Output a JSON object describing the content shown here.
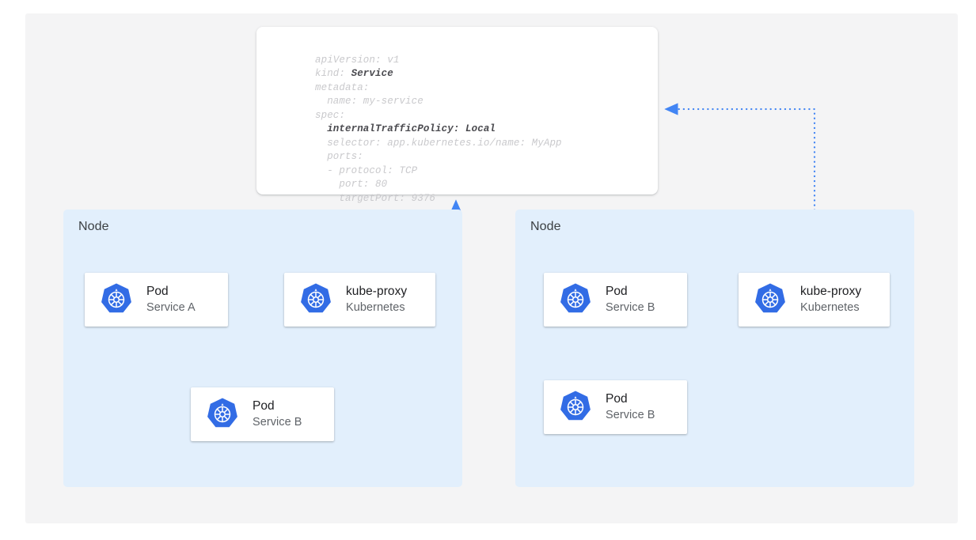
{
  "canvas": {
    "background_color": "#f4f4f5",
    "page_background": "#ffffff"
  },
  "colors": {
    "kubernetes_blue": "#326ce5",
    "arrow_blue": "#4285f4",
    "node_background": "#e2effc",
    "card_background": "#ffffff",
    "title_text": "#202124",
    "subtitle_text": "#5f6368",
    "yaml_dim_text": "#c9c9cc",
    "yaml_emphasis_text": "#4a4a4f"
  },
  "yaml_spec": {
    "name": "service-manifest",
    "lines": [
      {
        "indent": 0,
        "text": "apiVersion: v1",
        "emphasis": false
      },
      {
        "indent": 0,
        "text": "kind: ",
        "emphasis_suffix": "Service"
      },
      {
        "indent": 0,
        "text": "metadata:",
        "emphasis": false
      },
      {
        "indent": 1,
        "text": "name: my-service",
        "emphasis": false
      },
      {
        "indent": 0,
        "text": "spec:",
        "emphasis": false
      },
      {
        "indent": 1,
        "text": "internalTrafficPolicy: Local",
        "emphasis": true
      },
      {
        "indent": 1,
        "text": "selector: app.kubernetes.io/name: MyApp",
        "emphasis": false
      },
      {
        "indent": 1,
        "text": "ports:",
        "emphasis": false
      },
      {
        "indent": 1,
        "text": "- protocol: TCP",
        "emphasis": false
      },
      {
        "indent": 2,
        "text": "port: 80",
        "emphasis": false
      },
      {
        "indent": 2,
        "text": "targetPort: 9376",
        "emphasis": false
      }
    ],
    "raw": "apiVersion: v1\nkind: Service\nmetadata:\n  name: my-service\nspec:\n  internalTrafficPolicy: Local\n  selector: app.kubernetes.io/name: MyApp\n  ports:\n  - protocol: TCP\n    port: 80\n    targetPort: 9376"
  },
  "nodes": [
    {
      "id": "node-left",
      "label": "Node",
      "cards": [
        {
          "id": "card-pod-a",
          "title": "Pod",
          "subtitle": "Service A",
          "icon": "kubernetes-logo-icon"
        },
        {
          "id": "card-kubeproxy-l",
          "title": "kube-proxy",
          "subtitle": "Kubernetes",
          "icon": "kubernetes-logo-icon"
        },
        {
          "id": "card-pod-b-left",
          "title": "Pod",
          "subtitle": "Service B",
          "icon": "kubernetes-logo-icon"
        }
      ]
    },
    {
      "id": "node-right",
      "label": "Node",
      "cards": [
        {
          "id": "card-pod-b-r1",
          "title": "Pod",
          "subtitle": "Service B",
          "icon": "kubernetes-logo-icon"
        },
        {
          "id": "card-kubeproxy-r",
          "title": "kube-proxy",
          "subtitle": "Kubernetes",
          "icon": "kubernetes-logo-icon"
        },
        {
          "id": "card-pod-b-r2",
          "title": "Pod",
          "subtitle": "Service B",
          "icon": "kubernetes-logo-icon"
        }
      ]
    }
  ],
  "connectors": [
    {
      "id": "pod-a-to-kubeproxy",
      "style": "solid",
      "from": "card-pod-a",
      "to": "card-kubeproxy-l",
      "arrowhead": "end"
    },
    {
      "id": "kubeproxy-to-pod-b",
      "style": "solid",
      "from": "card-kubeproxy-l",
      "to": "card-pod-b-left",
      "arrowhead": "end"
    },
    {
      "id": "kubeproxy-left-to-spec",
      "style": "dotted",
      "from": "card-kubeproxy-l",
      "to": "yaml-card",
      "arrowhead": "end"
    },
    {
      "id": "kubeproxy-right-to-spec",
      "style": "dotted",
      "from": "card-kubeproxy-r",
      "to": "yaml-card",
      "arrowhead": "end"
    }
  ]
}
